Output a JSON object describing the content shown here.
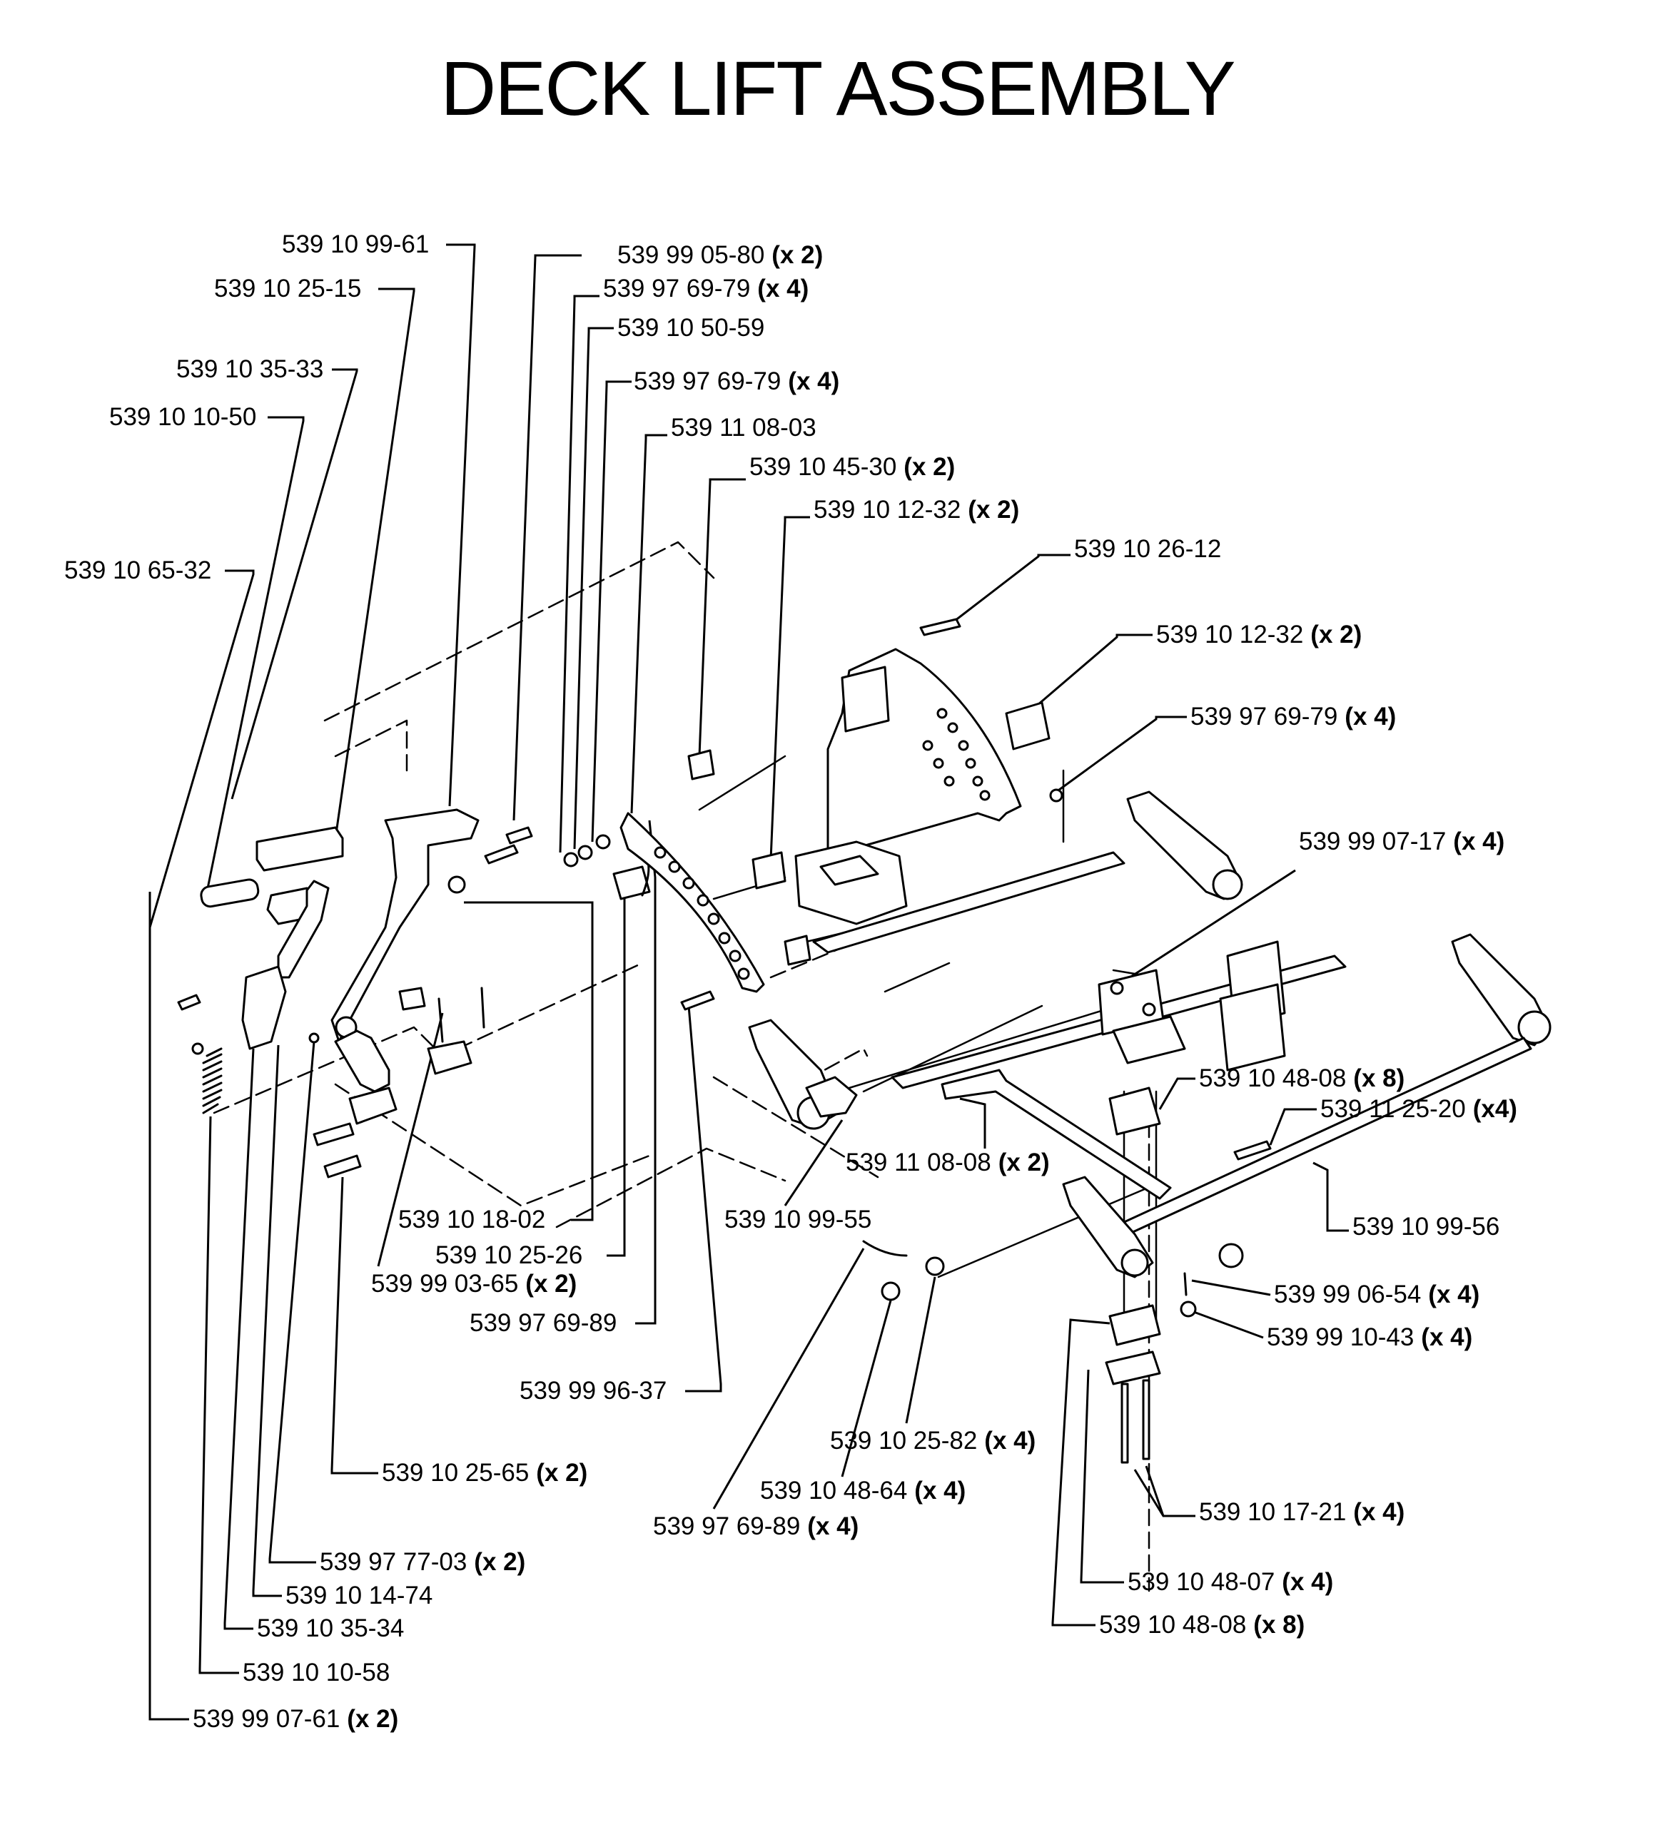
{
  "title": "DECK LIFT ASSEMBLY",
  "callouts": [
    {
      "part": "539 10 99-61",
      "qty": ""
    },
    {
      "part": "539 10 25-15",
      "qty": ""
    },
    {
      "part": "539 10 35-33",
      "qty": ""
    },
    {
      "part": "539 10 10-50",
      "qty": ""
    },
    {
      "part": "539 10 65-32",
      "qty": ""
    },
    {
      "part": "539 99 05-80",
      "qty": "(x 2)"
    },
    {
      "part": "539 97 69-79",
      "qty": "(x 4)"
    },
    {
      "part": "539 10 50-59",
      "qty": ""
    },
    {
      "part": "539 97 69-79",
      "qty": "(x 4)"
    },
    {
      "part": "539 11 08-03",
      "qty": ""
    },
    {
      "part": "539 10 45-30",
      "qty": "(x 2)"
    },
    {
      "part": "539 10 12-32",
      "qty": "(x 2)"
    },
    {
      "part": "539 10 26-12",
      "qty": ""
    },
    {
      "part": "539 10 12-32",
      "qty": "(x 2)"
    },
    {
      "part": "539 97 69-79",
      "qty": "(x 4)"
    },
    {
      "part": "539 99 07-17",
      "qty": "(x 4)"
    },
    {
      "part": "539 10 48-08",
      "qty": "(x 8)"
    },
    {
      "part": "539 11 25-20",
      "qty": "(x4)"
    },
    {
      "part": "539 11 08-08",
      "qty": "(x 2)"
    },
    {
      "part": "539 10 99-56",
      "qty": ""
    },
    {
      "part": "539 10 99-55",
      "qty": ""
    },
    {
      "part": "539 10 18-02",
      "qty": ""
    },
    {
      "part": "539 10 25-26",
      "qty": ""
    },
    {
      "part": "539 99 03-65",
      "qty": "(x 2)"
    },
    {
      "part": "539 97 69-89",
      "qty": ""
    },
    {
      "part": "539 99 96-37",
      "qty": ""
    },
    {
      "part": "539 99 06-54",
      "qty": "(x 4)"
    },
    {
      "part": "539 99 10-43",
      "qty": "(x 4)"
    },
    {
      "part": "539 10 25-82",
      "qty": "(x 4)"
    },
    {
      "part": "539 10 48-64",
      "qty": "(x 4)"
    },
    {
      "part": "539 97 69-89",
      "qty": "(x 4)"
    },
    {
      "part": "539 10 17-21",
      "qty": "(x 4)"
    },
    {
      "part": "539 10 25-65",
      "qty": "(x 2)"
    },
    {
      "part": "539 97 77-03",
      "qty": "(x 2)"
    },
    {
      "part": "539 10 14-74",
      "qty": ""
    },
    {
      "part": "539 10 35-34",
      "qty": ""
    },
    {
      "part": "539 10 10-58",
      "qty": ""
    },
    {
      "part": "539 10 48-07",
      "qty": "(x 4)"
    },
    {
      "part": "539 10 48-08",
      "qty": "(x 8)"
    },
    {
      "part": "539 99 07-61",
      "qty": "(x 2)"
    }
  ]
}
